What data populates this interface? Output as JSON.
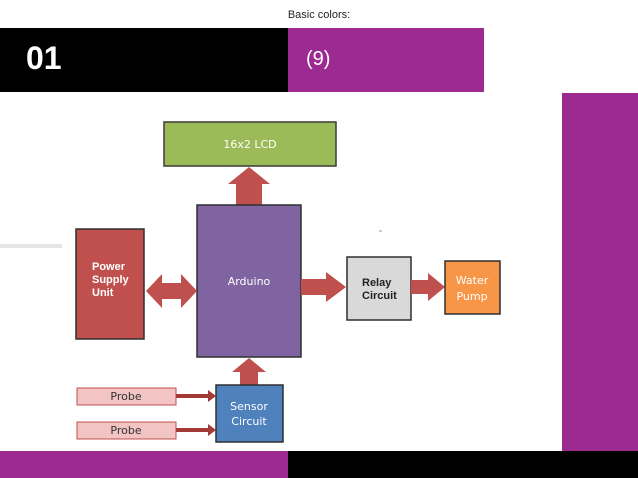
{
  "header": {
    "caption": "Basic colors:",
    "slide_number": "01",
    "count": "(9)"
  },
  "diagram": {
    "lcd": "16x2 LCD",
    "arduino": "Arduino",
    "power_supply": [
      "Power",
      "Supply",
      "Unit"
    ],
    "relay": [
      "Relay",
      "Circuit"
    ],
    "water_pump": [
      "Water",
      "Pump"
    ],
    "sensor": [
      "Sensor",
      "Circuit"
    ],
    "probe1": "Probe",
    "probe2": "Probe"
  },
  "colors": {
    "purple": "#9c2a90",
    "black": "#000000",
    "lcd_fill": "#9bbb59",
    "arduino_fill": "#8064a2",
    "power_fill": "#c0504d",
    "relay_fill": "#d9d9d9",
    "pump_fill": "#f79646",
    "sensor_fill": "#4f81bd",
    "probe_fill": "#f2c4c4",
    "arrow_fill": "#c0504d"
  }
}
